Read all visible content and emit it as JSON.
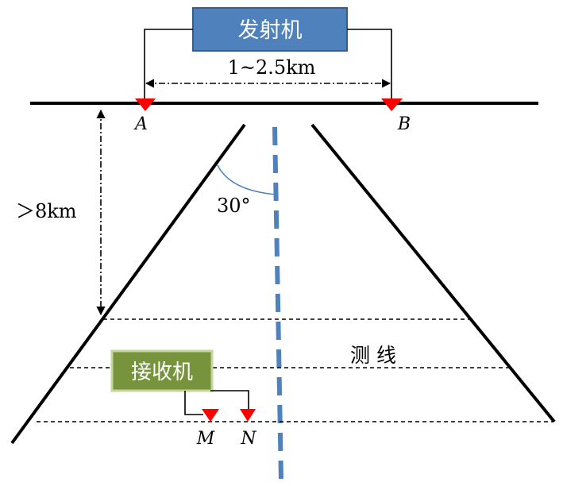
{
  "transmitter": {
    "label": "发射机",
    "fill": "#4f81bd",
    "stroke": "#385d8a"
  },
  "receiver": {
    "label": "接收机",
    "fill": "#77933c",
    "stroke": "#c3d69b"
  },
  "electrodes": {
    "a": "A",
    "b": "B",
    "m": "M",
    "n": "N",
    "color": "#ff0000"
  },
  "spacing_label": "1~2.5km",
  "depth_label": "＞8km",
  "angle_label": "30°",
  "survey_line_label": "测 线",
  "axis_color": "#4f81bd"
}
